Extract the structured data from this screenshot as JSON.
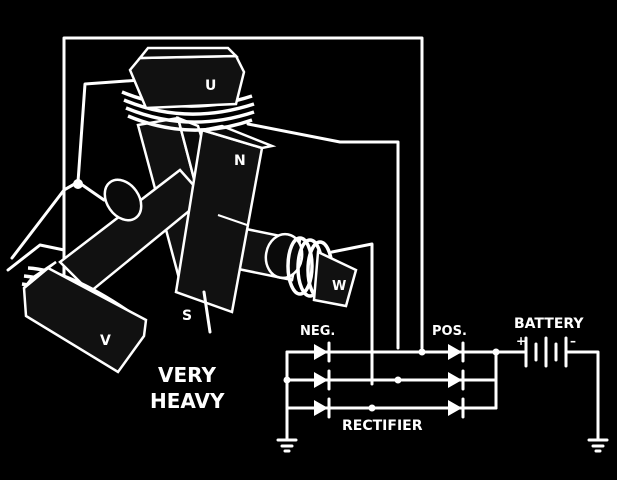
{
  "labels": {
    "coil_u": "U",
    "coil_v": "V",
    "coil_w": "W",
    "pole_n": "N",
    "pole_s": "S",
    "note_line1": "VERY",
    "note_line2": "HEAVY",
    "neg": "NEG.",
    "pos": "POS.",
    "battery": "BATTERY",
    "battery_plus": "+",
    "battery_minus": "–",
    "rectifier": "RECTIFIER"
  },
  "colors": {
    "background": "#000000",
    "line": "#ffffff"
  }
}
